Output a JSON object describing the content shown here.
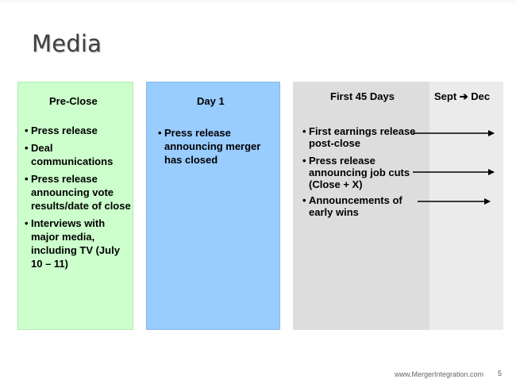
{
  "slide": {
    "title": "Media",
    "page_number": "5",
    "footer": "www.MergerIntegration.com"
  },
  "columns": {
    "preclose": {
      "heading": "Pre-Close",
      "bullets": [
        "Press release",
        "Deal communications",
        "Press release announcing vote results/date of close",
        "Interviews with major media, including TV (July 10 – 11)"
      ]
    },
    "day1": {
      "heading": "Day 1",
      "bullets": [
        "Press release announcing merger has closed"
      ]
    },
    "first45": {
      "heading": "First 45 Days",
      "bullets": [
        "First earnings release post-close",
        "Press release announcing job cuts (Close + X)",
        "Announcements of early wins"
      ]
    },
    "septdec": {
      "heading": "Sept ➔ Dec"
    }
  },
  "colors": {
    "preclose_bg": "#ccffcc",
    "day1_bg": "#99ccff",
    "first45_bg": "#dddddd",
    "septdec_bg": "#ebebeb",
    "title_color": "#404040"
  },
  "icons": {
    "bullet": "bullet-dot-icon",
    "timeline_arrow": "right-arrow-icon"
  }
}
